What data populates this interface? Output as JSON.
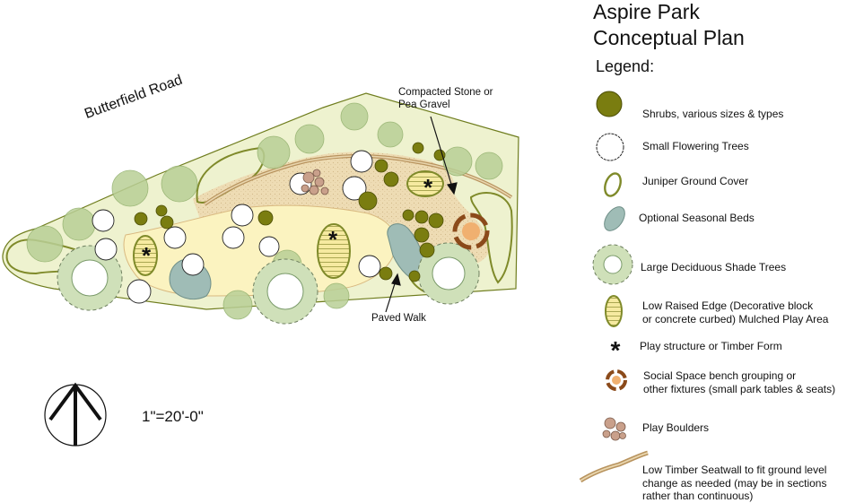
{
  "title": {
    "line1": "Aspire Park",
    "line2": "Conceptual Plan"
  },
  "legend": {
    "heading": "Legend:",
    "items": [
      {
        "key": "shrubs",
        "label": "Shrubs, various sizes & types",
        "icon": "shrub-icon"
      },
      {
        "key": "flowering",
        "label": "Small Flowering Trees",
        "icon": "flowering-tree-icon"
      },
      {
        "key": "juniper",
        "label": "Juniper Ground Cover",
        "icon": "juniper-icon"
      },
      {
        "key": "seasonal",
        "label": "Optional Seasonal Beds",
        "icon": "seasonal-bed-icon"
      },
      {
        "key": "shade",
        "label": "Large Deciduous Shade Trees",
        "icon": "shade-tree-icon"
      },
      {
        "key": "raised",
        "label_line1": "Low Raised Edge (Decorative block",
        "label_line2": "or concrete curbed) Mulched Play Area",
        "icon": "raised-edge-icon"
      },
      {
        "key": "play",
        "label": "Play structure or Timber Form",
        "icon": "asterisk-icon"
      },
      {
        "key": "social",
        "label_line1": "Social Space bench grouping or",
        "label_line2": "other fixtures (small park tables & seats)",
        "icon": "social-space-icon"
      },
      {
        "key": "boulders",
        "label": "Play Boulders",
        "icon": "boulder-icon"
      },
      {
        "key": "seatwall",
        "label_line1": "Low Timber Seatwall to fit ground level",
        "label_line2": "change as needed (may be in sections",
        "label_line3": "rather than continuous)",
        "icon": "seatwall-icon"
      }
    ]
  },
  "plan": {
    "road_label": "Butterfield Road",
    "callout_stone_line1": "Compacted Stone or",
    "callout_stone_line2": "Pea Gravel",
    "callout_walk": "Paved Walk",
    "scale": "1\"=20'-0\""
  },
  "colors": {
    "lawn": "#eef2cf",
    "walk": "#fbf3c0",
    "gravel": "#edd9b0",
    "shrub": "#7a7d10",
    "shade_tree": "#b9cf96",
    "seasonal_bed": "#9fbcb6",
    "timber": "#c7a774",
    "outline": "#7f8a2a"
  }
}
